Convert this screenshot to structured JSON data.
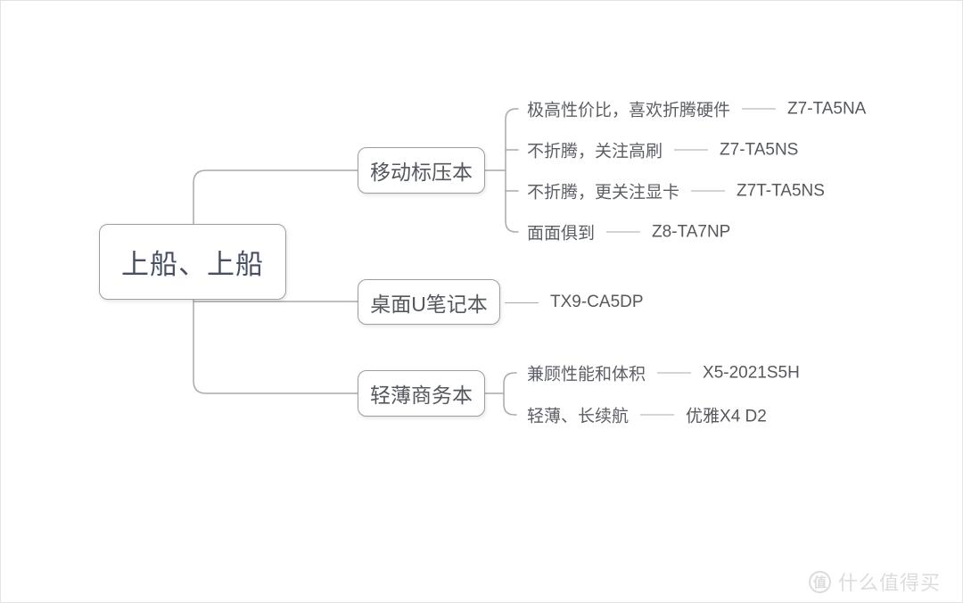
{
  "root": {
    "label": "上船、上船"
  },
  "branches": [
    {
      "label": "移动标压本",
      "leaves": [
        {
          "label": "极高性价比，喜欢折腾硬件",
          "model": "Z7-TA5NA"
        },
        {
          "label": "不折腾，关注高刷",
          "model": "Z7-TA5NS"
        },
        {
          "label": "不折腾，更关注显卡",
          "model": "Z7T-TA5NS"
        },
        {
          "label": "面面俱到",
          "model": "Z8-TA7NP"
        }
      ]
    },
    {
      "label": "桌面U笔记本",
      "model": "TX9-CA5DP"
    },
    {
      "label": "轻薄商务本",
      "leaves": [
        {
          "label": "兼顾性能和体积",
          "model": "X5-2021S5H"
        },
        {
          "label": "轻薄、长续航",
          "model": "优雅X4 D2"
        }
      ]
    }
  ],
  "watermark": {
    "logo": "值",
    "text": "什么值得买"
  },
  "palette": {
    "root_text": "#475063",
    "node_text": "#54585e",
    "leaf_text": "#5b5e64",
    "line": "#a9a9a9",
    "box_border": "#9d9d9d",
    "watermark": "#dcdcdc",
    "background": "#ffffff"
  }
}
